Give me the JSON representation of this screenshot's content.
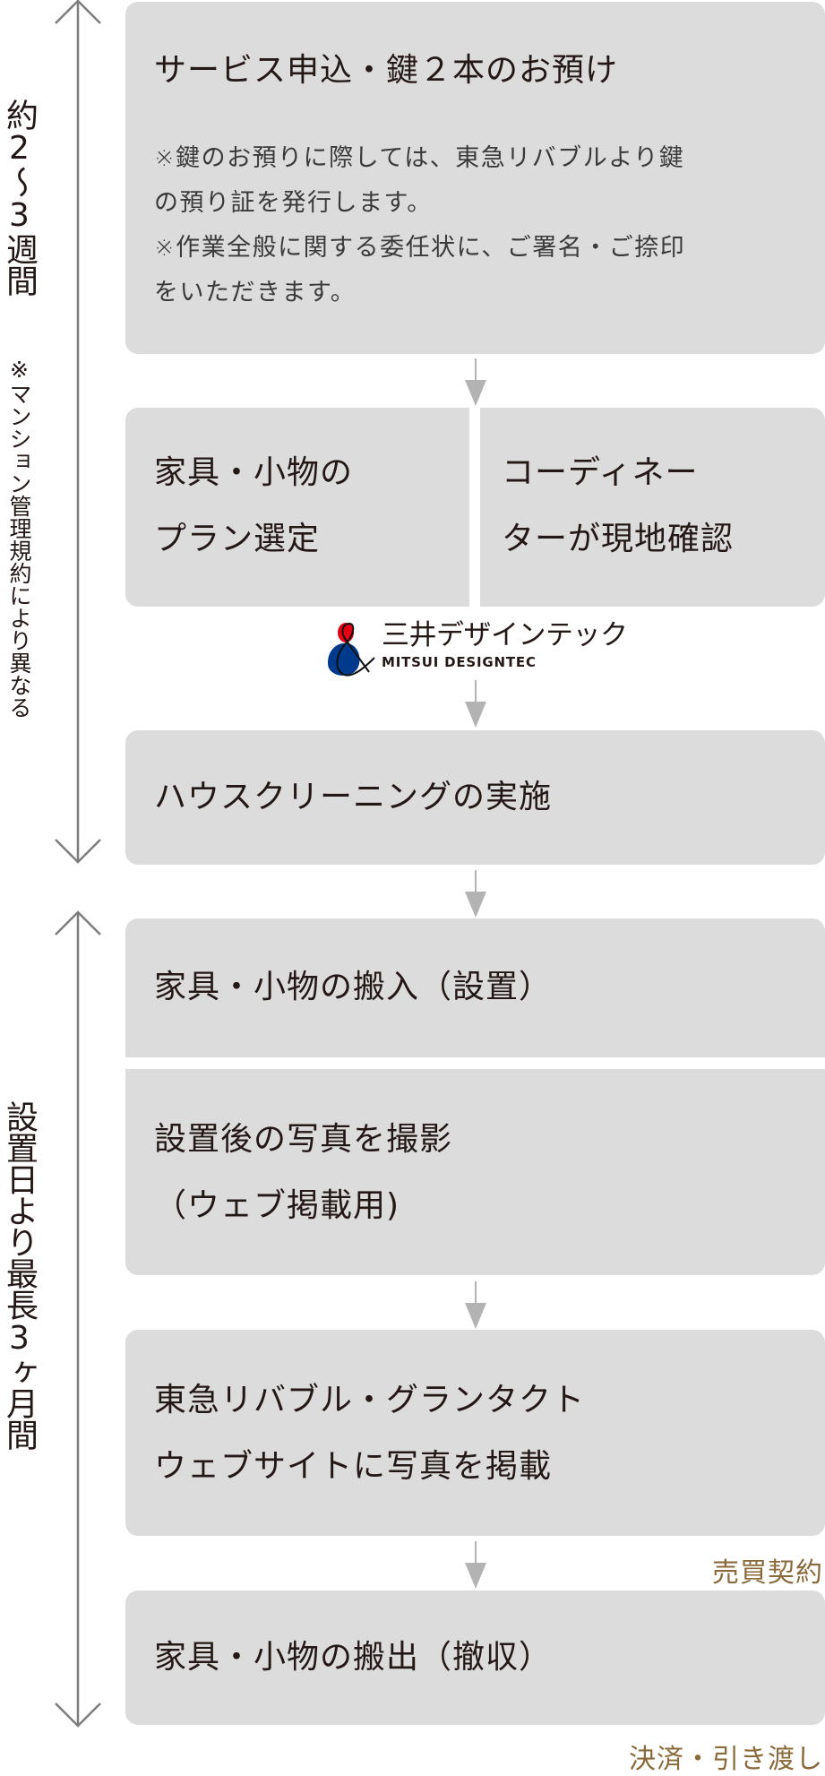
{
  "timeline": {
    "phase1": {
      "duration_label": "約2〜3週間",
      "note_label": "※マンション管理規約により異なる"
    },
    "phase2": {
      "duration_label": "設置日より最長3ヶ月間"
    }
  },
  "steps": {
    "apply": {
      "title": "サービス申込・鍵２本のお預け",
      "notes": [
        "※鍵のお預りに際しては、東急リバブルより鍵",
        "の預り証を発行します。",
        "※作業全般に関する委任状に、ご署名・ご捺印",
        "をいただきます。"
      ]
    },
    "plan": {
      "lines": [
        "家具・小物の",
        "プラン選定"
      ]
    },
    "coordinator": {
      "lines": [
        "コーディネー",
        "ターが現地確認"
      ]
    },
    "cleaning": {
      "title": "ハウスクリーニングの実施"
    },
    "install": {
      "title": "家具・小物の搬入（設置）"
    },
    "photo": {
      "lines": [
        "設置後の写真を撮影",
        "（ウェブ掲載用)"
      ]
    },
    "web": {
      "lines": [
        "東急リバブル・グランタクト",
        "ウェブサイトに写真を掲載"
      ]
    },
    "removal": {
      "title": "家具・小物の搬出（撤収）"
    }
  },
  "milestones": {
    "contract": "売買契約",
    "settlement": "決済・引き渡し"
  },
  "logo": {
    "name_ja": "三井デザインテック",
    "name_en": "MITSUI DESIGNTEC"
  },
  "colors": {
    "box": "#dcdcdc",
    "text": "#231815",
    "arrow": "#b3b3b3",
    "timeline": "#7d7d7d",
    "milestone": "#8a6a3a",
    "logo_red": "#e60012",
    "logo_blue": "#003a8c"
  }
}
